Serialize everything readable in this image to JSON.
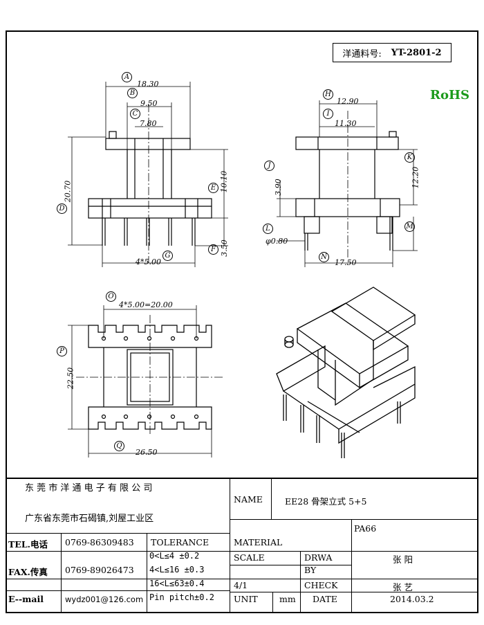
{
  "header": {
    "part_label": "洋通料号:",
    "part_number": "YT-2801-2",
    "rohs": "RoHS"
  },
  "dimensions": {
    "A": "18.30",
    "B": "9.50",
    "C": "7.80",
    "D": "20.70",
    "E": "10.10",
    "F": "3.50",
    "G": "4*5.00",
    "H": "12.90",
    "I": "11.30",
    "J": "3.90",
    "K": "12.20",
    "L": "φ0.80",
    "M": "",
    "N": "17.50",
    "O": "4*5.00=20.00",
    "P": "22.50",
    "Q": "26.50"
  },
  "labels": [
    "A",
    "B",
    "C",
    "D",
    "E",
    "F",
    "G",
    "H",
    "I",
    "J",
    "K",
    "L",
    "M",
    "N",
    "O",
    "P",
    "Q"
  ],
  "title_block": {
    "company": "东 莞 市 洋 通 电 子 有 限 公 司",
    "address": "广东省东莞市石碣镇,刘屋工业区",
    "name_label": "NAME",
    "name_value": "EE28 骨架立式 5+5",
    "tel_label": "TEL.电话",
    "tel_value": "0769-86309483",
    "fax_label": "FAX.传真",
    "fax_value": "0769-89026473",
    "email_label": "E--mail",
    "email_value": "wydz001@126.com",
    "tolerance_label": "TOLERANCE",
    "tol1": "0<L≤4   ±0.2",
    "tol2": "4<L≤16  ±0.3",
    "tol3": "16<L≤63±0.4",
    "tol4": "Pin pitch±0.2",
    "material_label": "MATERIAL",
    "material_value": "PA66",
    "scale_label": "SCALE",
    "scale_value": "4/1",
    "draw_label_1": "DRWA",
    "draw_label_2": "BY",
    "draw_value": "张 阳",
    "check_label": "CHECK",
    "check_value": "张 艺",
    "unit_label": "UNIT",
    "unit_value": "mm",
    "date_label": "DATE",
    "date_value": "2014.03.2"
  }
}
